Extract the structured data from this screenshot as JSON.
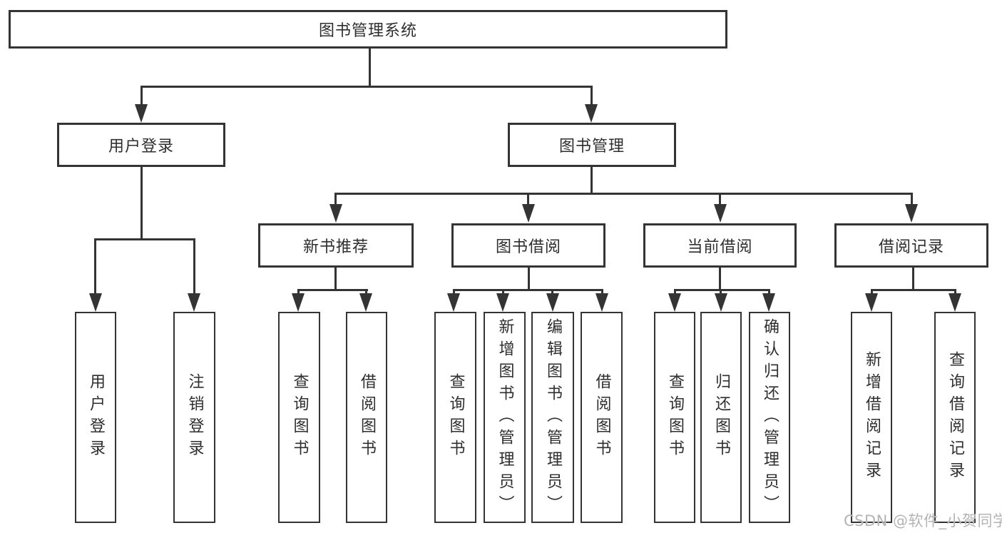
{
  "tree": {
    "root": {
      "label": "图书管理系统"
    },
    "branches": [
      {
        "label": "用户登录",
        "children": [
          {
            "label": "用户登录"
          },
          {
            "label": "注销登录"
          }
        ]
      },
      {
        "label": "图书管理",
        "children": [
          {
            "label": "新书推荐",
            "children": [
              {
                "label": "查询图书"
              },
              {
                "label": "借阅图书"
              }
            ]
          },
          {
            "label": "图书借阅",
            "children": [
              {
                "label": "查询图书"
              },
              {
                "label": "新增图书（管理员）"
              },
              {
                "label": "编辑图书（管理员）"
              },
              {
                "label": "借阅图书"
              }
            ]
          },
          {
            "label": "当前借阅",
            "children": [
              {
                "label": "查询图书"
              },
              {
                "label": "归还图书"
              },
              {
                "label": "确认归还（管理员）"
              }
            ]
          },
          {
            "label": "借阅记录",
            "children": [
              {
                "label": "新增借阅记录"
              },
              {
                "label": "查询借阅记录"
              }
            ]
          }
        ]
      }
    ]
  },
  "watermark": {
    "text": "CSDN @软件_小贺同学"
  },
  "colors": {
    "line": "#343434",
    "border": "#343434",
    "text": "#2e2e2e",
    "watermark": "#b4b4b4",
    "background": "#ffffff"
  }
}
